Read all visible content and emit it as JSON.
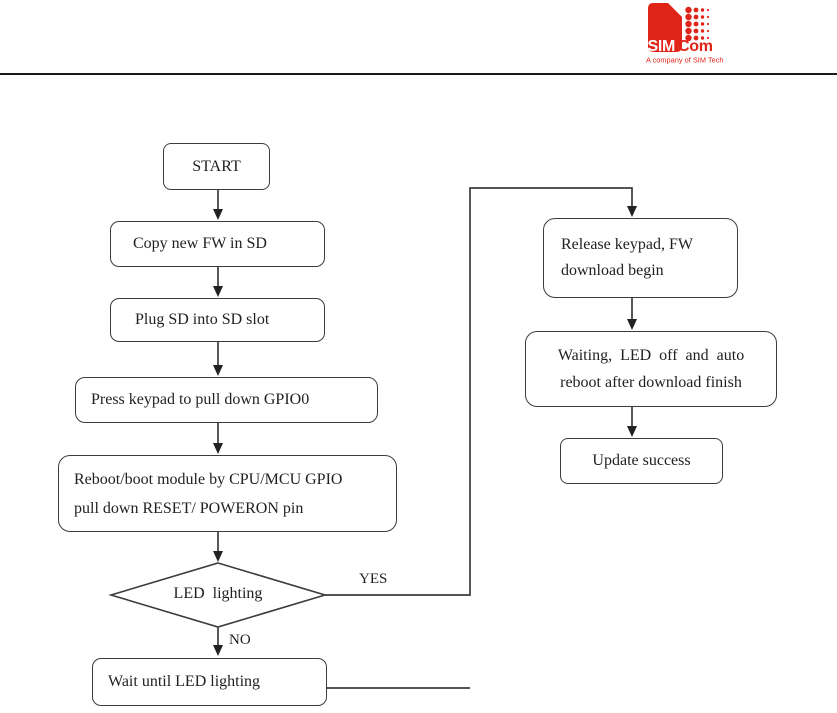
{
  "page": {
    "background": "#ffffff",
    "line_color": "#3c3c3c",
    "text_color": "#1f1f1f"
  },
  "header": {
    "logo": {
      "brand_sim": "SIM",
      "brand_com": "Com",
      "tagline": "A company of SIM Tech",
      "brand_color": "#e02418"
    },
    "divider_color": "#1a1a1a"
  },
  "flowchart": {
    "nodes": {
      "start": {
        "label": "START"
      },
      "copy_fw": {
        "label": "Copy new FW in SD"
      },
      "plug_sd": {
        "label": "Plug SD into SD slot"
      },
      "press_keypad": {
        "label": "Press keypad to pull down GPIO0"
      },
      "reboot_module": {
        "line1": "Reboot/boot module by CPU/MCU GPIO",
        "line2": "pull down RESET/ POWERON pin"
      },
      "led_lighting": {
        "label": "LED  lighting"
      },
      "wait_led": {
        "label": "Wait until LED lighting"
      },
      "release_keypad": {
        "line1": "Release keypad, FW",
        "line2": "download begin"
      },
      "waiting_reboot": {
        "line1": "Waiting,  LED  off  and  auto",
        "line2": "reboot after download finish"
      },
      "update_success": {
        "label": "Update success"
      }
    },
    "edge_labels": {
      "yes": "YES",
      "no": "NO"
    }
  }
}
